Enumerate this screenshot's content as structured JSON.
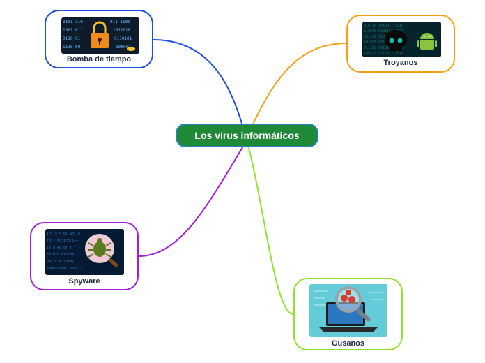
{
  "map": {
    "central": {
      "label": "Los virus informáticos"
    },
    "topics": [
      {
        "label": "Bomba de tiempo",
        "color": "#1f4fe0",
        "image": "time-bomb-binary-code-image"
      },
      {
        "label": "Troyanos",
        "color": "#f5a016",
        "image": "skull-android-malware-image"
      },
      {
        "label": "Spyware",
        "color": "#a21fd6",
        "image": "spy-bug-code-screen-image"
      },
      {
        "label": "Gusanos",
        "color": "#8ee42a",
        "image": "laptop-magnifier-worm-image"
      }
    ]
  }
}
